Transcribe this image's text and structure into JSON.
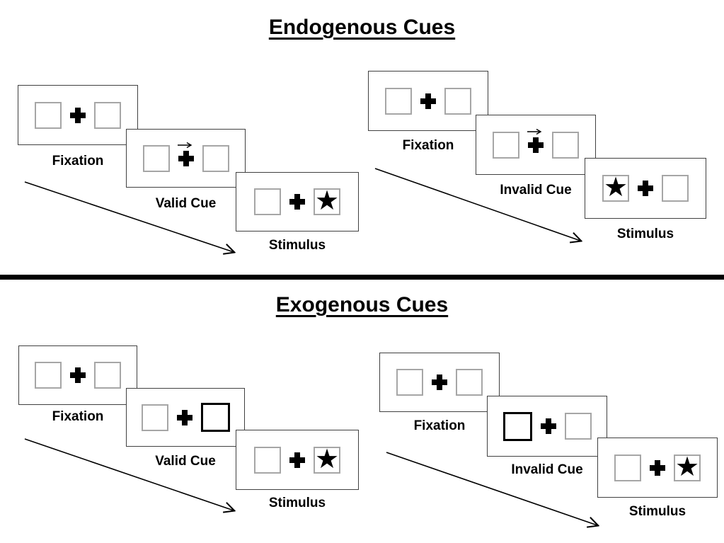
{
  "figure": {
    "type": "attention-cueing-paradigm-diagram"
  },
  "colors": {
    "background": "#ffffff",
    "ink": "#000000",
    "panel_border": "#404040",
    "box_border": "#a6a6a6"
  },
  "glyphs": {
    "star": "★",
    "fixation_cross": "+",
    "cue_arrow_direction": "right"
  },
  "sections": [
    {
      "title": "Endogenous Cues",
      "groups": [
        {
          "name": "valid-trial",
          "panels": [
            {
              "label": "Fixation",
              "content": "two-boxes-plus"
            },
            {
              "label": "Valid Cue",
              "content": "central-arrow-cue-pointing-right"
            },
            {
              "label": "Stimulus",
              "content": "star-in-right-box"
            }
          ]
        },
        {
          "name": "invalid-trial",
          "panels": [
            {
              "label": "Fixation",
              "content": "two-boxes-plus"
            },
            {
              "label": "Invalid Cue",
              "content": "central-arrow-cue-pointing-right"
            },
            {
              "label": "Stimulus",
              "content": "star-in-left-box"
            }
          ]
        }
      ]
    },
    {
      "title": "Exogenous Cues",
      "groups": [
        {
          "name": "valid-trial",
          "panels": [
            {
              "label": "Fixation",
              "content": "two-boxes-plus"
            },
            {
              "label": "Valid Cue",
              "content": "thick-highlighted-right-box"
            },
            {
              "label": "Stimulus",
              "content": "star-in-right-box"
            }
          ]
        },
        {
          "name": "invalid-trial",
          "panels": [
            {
              "label": "Fixation",
              "content": "two-boxes-plus"
            },
            {
              "label": "Invalid Cue",
              "content": "thick-highlighted-left-box"
            },
            {
              "label": "Stimulus",
              "content": "star-in-right-box"
            }
          ]
        }
      ]
    }
  ]
}
